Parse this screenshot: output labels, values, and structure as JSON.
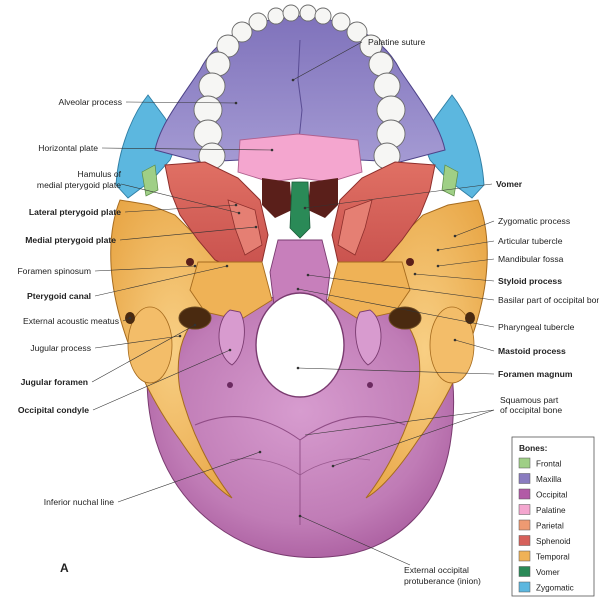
{
  "figure_letter": "A",
  "labels": {
    "palatine_suture": "Palatine suture",
    "alveolar_process": "Alveolar process",
    "horizontal_plate": "Horizontal plate",
    "hamulus_line1": "Hamulus of",
    "hamulus_line2": "medial pterygoid plate",
    "lateral_pterygoid": "Lateral pterygoid plate",
    "medial_pterygoid": "Medial pterygoid plate",
    "foramen_spinosum": "Foramen spinosum",
    "pterygoid_canal": "Pterygoid canal",
    "external_acoustic": "External acoustic meatus",
    "jugular_process": "Jugular process",
    "jugular_foramen": "Jugular foramen",
    "occipital_condyle": "Occipital condyle",
    "inferior_nuchal": "Inferior nuchal line",
    "vomer": "Vomer",
    "zygomatic_process": "Zygomatic process",
    "articular_tubercle": "Articular tubercle",
    "mandibular_fossa": "Mandibular fossa",
    "styloid_process": "Styloid process",
    "basilar_part": "Basilar part of occipital bone",
    "pharyngeal_tubercle": "Pharyngeal tubercle",
    "mastoid_process": "Mastoid process",
    "foramen_magnum": "Foramen magnum",
    "squamous_line1": "Squamous part",
    "squamous_line2": "of occipital bone",
    "ext_occ_line1": "External occipital",
    "ext_occ_line2": "protuberance (inion)"
  },
  "legend": {
    "title": "Bones:",
    "items": [
      {
        "label": "Frontal",
        "color": "#9fcf86"
      },
      {
        "label": "Maxilla",
        "color": "#8a7cc0"
      },
      {
        "label": "Occipital",
        "color": "#b25aa6"
      },
      {
        "label": "Palatine",
        "color": "#f4a6cf"
      },
      {
        "label": "Parietal",
        "color": "#ee9a72"
      },
      {
        "label": "Sphenoid",
        "color": "#d6605a"
      },
      {
        "label": "Temporal",
        "color": "#efb256"
      },
      {
        "label": "Vomer",
        "color": "#2a8a57"
      },
      {
        "label": "Zygomatic",
        "color": "#5cb7df"
      }
    ]
  }
}
